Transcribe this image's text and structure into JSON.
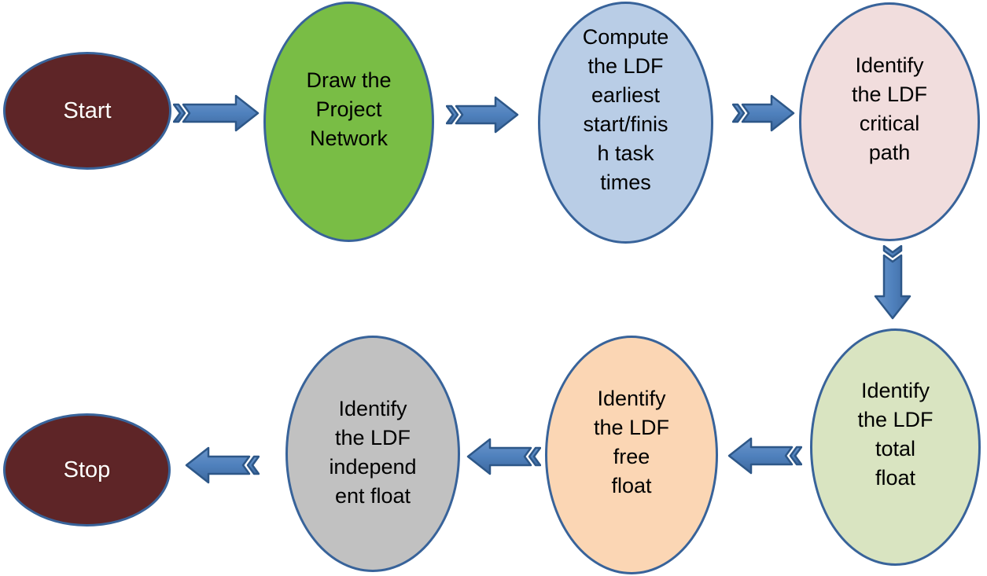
{
  "diagram": {
    "type": "flowchart",
    "background": "#FFFFFF",
    "nodes": [
      {
        "id": "start",
        "label": "Start",
        "shape": "ellipse",
        "fill": "#5E2527",
        "text_color": "#FFFFFF"
      },
      {
        "id": "draw-network",
        "label": "Draw the\nProject\nNetwork",
        "shape": "ellipse",
        "fill": "#79BD45",
        "text_color": "#000000"
      },
      {
        "id": "compute-times",
        "label": "Compute\nthe LDF\nearliest\nstart/finis\nh task\ntimes",
        "shape": "ellipse",
        "fill": "#B9CDE6",
        "text_color": "#000000"
      },
      {
        "id": "critical-path",
        "label": "Identify\nthe LDF\ncritical\npath",
        "shape": "ellipse",
        "fill": "#F1DDDD",
        "text_color": "#000000"
      },
      {
        "id": "total-float",
        "label": "Identify\nthe LDF\ntotal\nfloat",
        "shape": "ellipse",
        "fill": "#D9E4C1",
        "text_color": "#000000"
      },
      {
        "id": "free-float",
        "label": "Identify\nthe LDF\nfree\nfloat",
        "shape": "ellipse",
        "fill": "#FBD6B4",
        "text_color": "#000000"
      },
      {
        "id": "independent-float",
        "label": "Identify\nthe LDF\nindepend\nent float",
        "shape": "ellipse",
        "fill": "#C1C1C1",
        "text_color": "#000000"
      },
      {
        "id": "stop",
        "label": "Stop",
        "shape": "ellipse",
        "fill": "#5E2527",
        "text_color": "#FFFFFF"
      }
    ],
    "edges": [
      {
        "from": "start",
        "to": "draw-network",
        "direction": "right"
      },
      {
        "from": "draw-network",
        "to": "compute-times",
        "direction": "right"
      },
      {
        "from": "compute-times",
        "to": "critical-path",
        "direction": "right"
      },
      {
        "from": "critical-path",
        "to": "total-float",
        "direction": "down"
      },
      {
        "from": "total-float",
        "to": "free-float",
        "direction": "left"
      },
      {
        "from": "free-float",
        "to": "independent-float",
        "direction": "left"
      },
      {
        "from": "independent-float",
        "to": "stop",
        "direction": "left"
      }
    ],
    "colors": {
      "node_border": "#38639A",
      "arrow_fill": "#4F81BD",
      "arrow_border": "#2D5788"
    }
  }
}
